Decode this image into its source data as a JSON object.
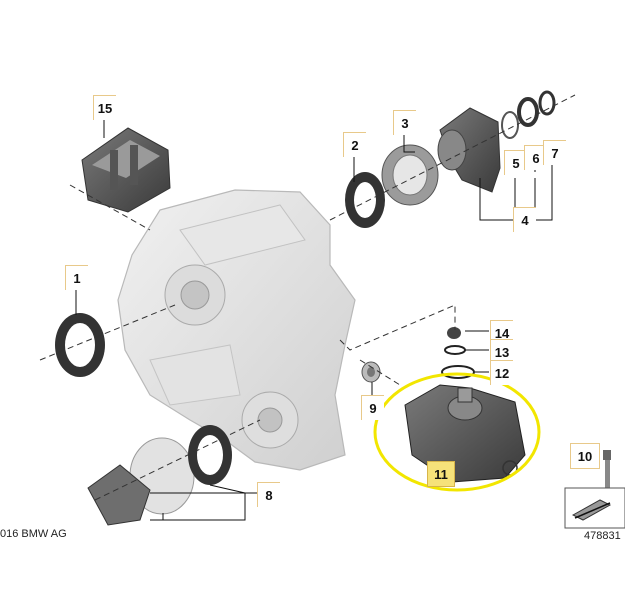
{
  "diagram": {
    "copyright_text": "016 BMW AG",
    "diagram_number": "478831",
    "highlight_color": "#f2e600",
    "callout_highlight_color": "#f6e27a",
    "callouts": [
      {
        "label": "15"
      },
      {
        "label": "3"
      },
      {
        "label": "2"
      },
      {
        "label": "5"
      },
      {
        "label": "6"
      },
      {
        "label": "7"
      },
      {
        "label": "4"
      },
      {
        "label": "1"
      },
      {
        "label": "14"
      },
      {
        "label": "13"
      },
      {
        "label": "12"
      },
      {
        "label": "9"
      },
      {
        "label": "11"
      },
      {
        "label": "10"
      },
      {
        "label": "8"
      }
    ]
  }
}
